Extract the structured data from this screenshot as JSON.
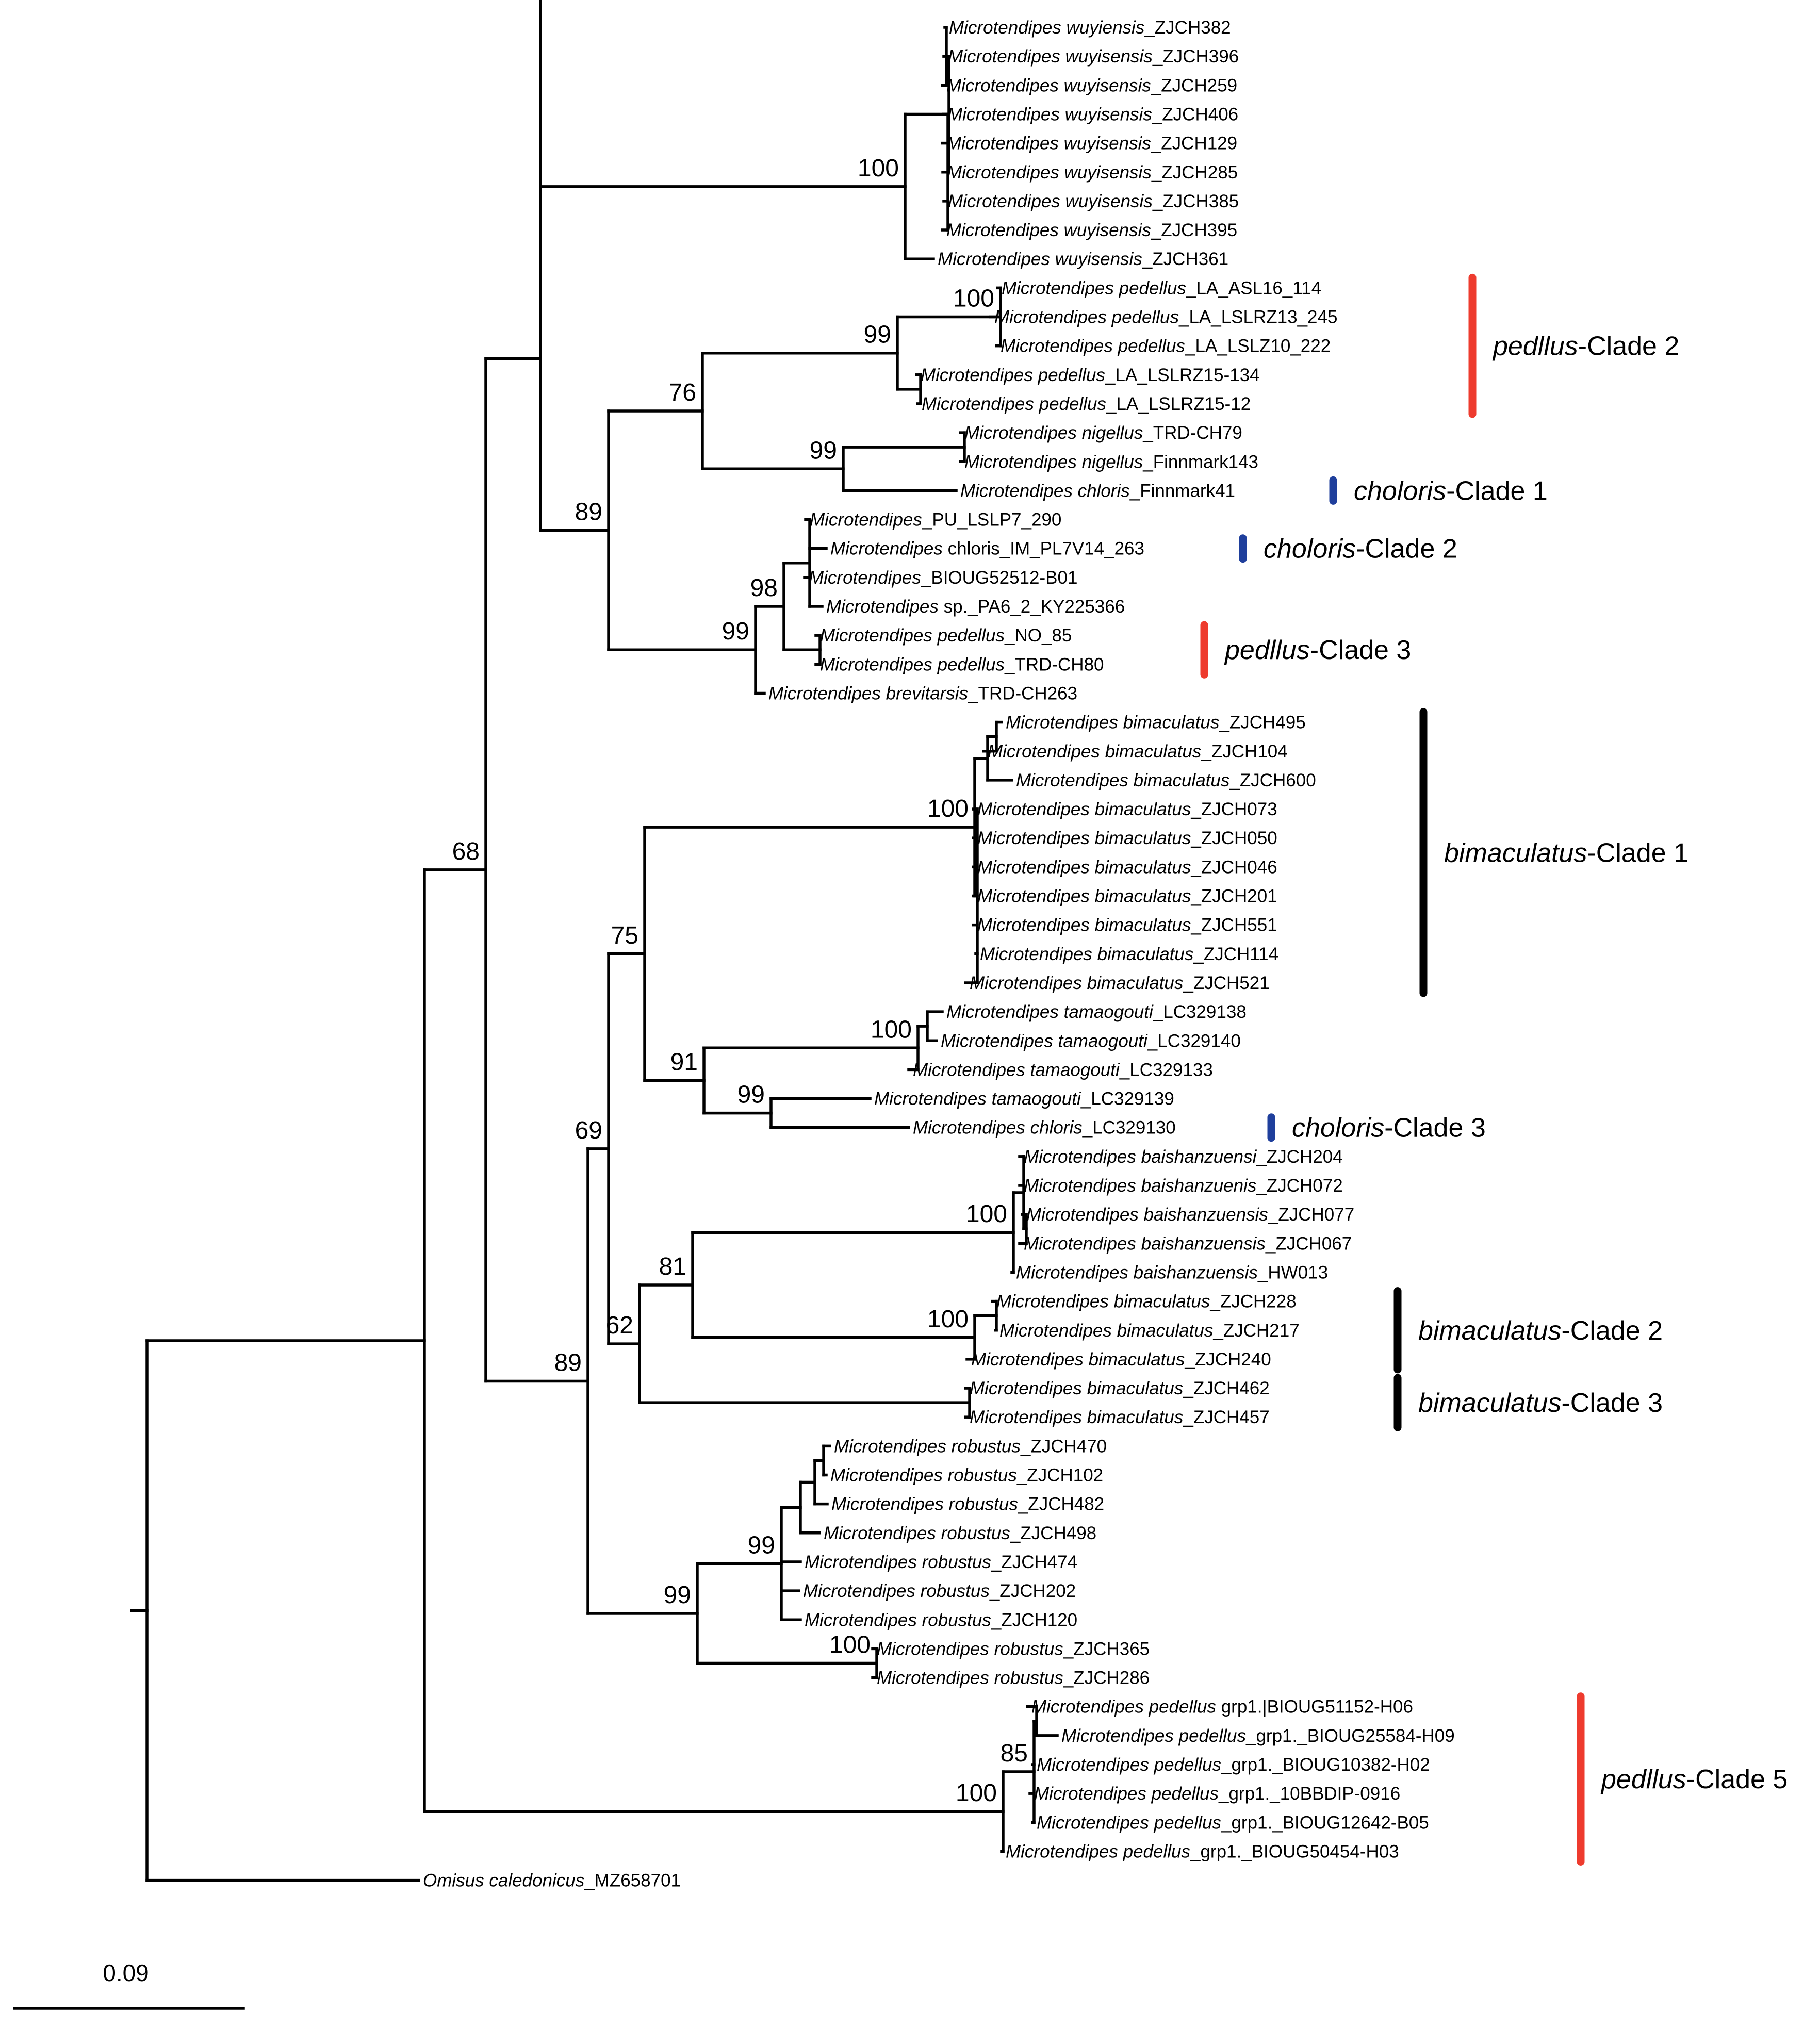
{
  "scale_bar": {
    "label": "0.09"
  },
  "bootstrap": [
    "100",
    "100",
    "99",
    "76",
    "99",
    "89",
    "98",
    "99",
    "68",
    "100",
    "100",
    "91",
    "99",
    "75",
    "100",
    "100",
    "81",
    "62",
    "69",
    "89",
    "99",
    "99",
    "100",
    "85",
    "100"
  ],
  "taxa": [
    {
      "sp": "Microtendipes wuyiensis",
      "rest": "_ZJCH382"
    },
    {
      "sp": "Microtendipes wuyisensis",
      "rest": "_ZJCH396"
    },
    {
      "sp": "Microtendipes wuyisensis",
      "rest": "_ZJCH259"
    },
    {
      "sp": "Microtendipes wuyisensis",
      "rest": "_ZJCH406"
    },
    {
      "sp": "Microtendipes wuyisensis",
      "rest": "_ZJCH129"
    },
    {
      "sp": "Microtendipes wuyisensis",
      "rest": "_ZJCH285"
    },
    {
      "sp": "Microtendipes wuyisensis",
      "rest": "_ZJCH385"
    },
    {
      "sp": "Microtendipes wuyisensis",
      "rest": "_ZJCH395"
    },
    {
      "sp": "Microtendipes wuyisensis",
      "rest": "_ZJCH361"
    },
    {
      "sp": "Microtendipes pedellus",
      "rest": "_LA_ASL16_114"
    },
    {
      "sp": "Microtendipes pedellus",
      "rest": "_LA_LSLRZ13_245"
    },
    {
      "sp": "Microtendipes pedellus",
      "rest": "_LA_LSLZ10_222"
    },
    {
      "sp": "Microtendipes pedellus",
      "rest": "_LA_LSLRZ15-134"
    },
    {
      "sp": "Microtendipes pedellus",
      "rest": "_LA_LSLRZ15-12"
    },
    {
      "sp": "Microtendipes nigellus",
      "rest": "_TRD-CH79"
    },
    {
      "sp": "Microtendipes nigellus",
      "rest": "_Finnmark143"
    },
    {
      "sp": "Microtendipes chloris",
      "rest": "_Finnmark41"
    },
    {
      "sp": "Microtendipes",
      "rest": "_PU_LSLP7_290"
    },
    {
      "sp": "Microtendipes",
      "rest": " chloris_IM_PL7V14_263"
    },
    {
      "sp": "Microtendipes",
      "rest": "_BIOUG52512-B01"
    },
    {
      "sp": "Microtendipes",
      "rest": " sp._PA6_2_KY225366"
    },
    {
      "sp": "Microtendipes pedellus",
      "rest": "_NO_85"
    },
    {
      "sp": "Microtendipes pedellus",
      "rest": "_TRD-CH80"
    },
    {
      "sp": "Microtendipes brevitarsis",
      "rest": "_TRD-CH263"
    },
    {
      "sp": "Microtendipes bimaculatus",
      "rest": "_ZJCH495"
    },
    {
      "sp": "Microtendipes bimaculatus",
      "rest": "_ZJCH104"
    },
    {
      "sp": "Microtendipes bimaculatus",
      "rest": "_ZJCH600"
    },
    {
      "sp": "Microtendipes bimaculatus",
      "rest": "_ZJCH073"
    },
    {
      "sp": "Microtendipes bimaculatus",
      "rest": "_ZJCH050"
    },
    {
      "sp": "Microtendipes bimaculatus",
      "rest": "_ZJCH046"
    },
    {
      "sp": "Microtendipes bimaculatus",
      "rest": "_ZJCH201"
    },
    {
      "sp": "Microtendipes bimaculatus",
      "rest": "_ZJCH551"
    },
    {
      "sp": "Microtendipes bimaculatus",
      "rest": "_ZJCH114"
    },
    {
      "sp": "Microtendipes bimaculatus",
      "rest": "_ZJCH521"
    },
    {
      "sp": "Microtendipes tamaogouti",
      "rest": "_LC329138"
    },
    {
      "sp": "Microtendipes tamaogouti",
      "rest": "_LC329140"
    },
    {
      "sp": "Microtendipes tamaogouti",
      "rest": "_LC329133"
    },
    {
      "sp": "Microtendipes tamaogouti",
      "rest": "_LC329139"
    },
    {
      "sp": "Microtendipes chloris",
      "rest": "_LC329130"
    },
    {
      "sp": "Microtendipes baishanzuensi",
      "rest": "_ZJCH204"
    },
    {
      "sp": "Microtendipes baishanzuenis",
      "rest": "_ZJCH072"
    },
    {
      "sp": "Microtendipes baishanzuensis",
      "rest": "_ZJCH077"
    },
    {
      "sp": "Microtendipes baishanzuensis",
      "rest": "_ZJCH067"
    },
    {
      "sp": "Microtendipes baishanzuensis",
      "rest": "_HW013"
    },
    {
      "sp": "Microtendipes bimaculatus",
      "rest": "_ZJCH228"
    },
    {
      "sp": "Microtendipes bimaculatus",
      "rest": "_ZJCH217"
    },
    {
      "sp": "Microtendipes bimaculatus",
      "rest": "_ZJCH240"
    },
    {
      "sp": "Microtendipes bimaculatus",
      "rest": "_ZJCH462"
    },
    {
      "sp": "Microtendipes bimaculatus",
      "rest": "_ZJCH457"
    },
    {
      "sp": "Microtendipes robustus",
      "rest": "_ZJCH470"
    },
    {
      "sp": "Microtendipes robustus",
      "rest": "_ZJCH102"
    },
    {
      "sp": "Microtendipes robustus",
      "rest": "_ZJCH482"
    },
    {
      "sp": "Microtendipes robustus",
      "rest": "_ZJCH498"
    },
    {
      "sp": "Microtendipes robustus",
      "rest": "_ZJCH474"
    },
    {
      "sp": "Microtendipes robustus",
      "rest": "_ZJCH202"
    },
    {
      "sp": "Microtendipes robustus",
      "rest": "_ZJCH120"
    },
    {
      "sp": "Microtendipes robustus",
      "rest": "_ZJCH365"
    },
    {
      "sp": "Microtendipes robustus",
      "rest": "_ZJCH286"
    },
    {
      "sp": "Microtendipes pedellus",
      "rest": " grp1.|BIOUG51152-H06"
    },
    {
      "sp": "Microtendipes pedellus",
      "rest": "_grp1._BIOUG25584-H09"
    },
    {
      "sp": "Microtendipes pedellus",
      "rest": "_grp1._BIOUG10382-H02"
    },
    {
      "sp": "Microtendipes pedellus",
      "rest": "_grp1._10BBDIP-0916"
    },
    {
      "sp": "Microtendipes pedellus",
      "rest": "_grp1._BIOUG12642-B05"
    },
    {
      "sp": "Microtendipes pedellus",
      "rest": "_grp1._BIOUG50454-H03"
    },
    {
      "sp": "Omisus caledonicus",
      "rest": "_MZ658701"
    }
  ],
  "clades": [
    {
      "name": "pedllus",
      "suffix": "-Clade 2",
      "color": "#ee3b2e"
    },
    {
      "name": "choloris",
      "suffix": "-Clade 1",
      "color": "#1f3f9c"
    },
    {
      "name": "choloris",
      "suffix": "-Clade 2",
      "color": "#1f3f9c"
    },
    {
      "name": "pedllus",
      "suffix": "-Clade 3",
      "color": "#ee3b2e"
    },
    {
      "name": "bimaculatus",
      "suffix": "-Clade 1",
      "color": "#000000"
    },
    {
      "name": "choloris",
      "suffix": "-Clade 3",
      "color": "#1f3f9c"
    },
    {
      "name": "bimaculatus",
      "suffix": "-Clade 2",
      "color": "#000000"
    },
    {
      "name": "bimaculatus",
      "suffix": "-Clade 3",
      "color": "#000000"
    },
    {
      "name": "pedllus",
      "suffix": "-Clade 5",
      "color": "#ee3b2e"
    }
  ]
}
